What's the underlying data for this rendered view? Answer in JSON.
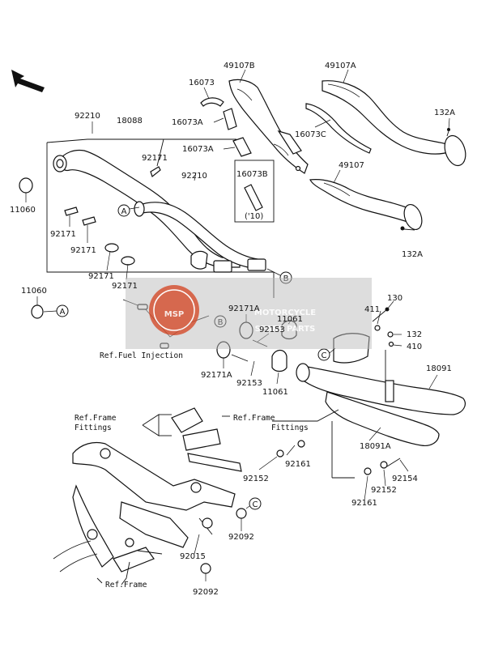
{
  "labels": {
    "l_49107B": "49107B",
    "l_49107A": "49107A",
    "l_16073": "16073",
    "l_16073A_1": "16073A",
    "l_16073A_2": "16073A",
    "l_16073B": "16073B",
    "l_16073B_note": "('10)",
    "l_16073C": "16073C",
    "l_49107": "49107",
    "l_132A_1": "132A",
    "l_132A_2": "132A",
    "l_92210_1": "92210",
    "l_18088": "18088",
    "l_92171_a": "92171",
    "l_92210_2": "92210",
    "l_11060_1": "11060",
    "l_92171_b": "92171",
    "l_92171_c": "92171",
    "l_92171_d": "92171",
    "l_11060_2": "11060",
    "l_92171A_1": "92171A",
    "l_130": "130",
    "l_411": "411",
    "l_11061_1": "11061",
    "l_92153_1": "92153",
    "l_132": "132",
    "l_410": "410",
    "l_18091": "18091",
    "l_92171A_2": "92171A",
    "l_92153_2": "92153",
    "l_11061_2": "11061",
    "l_18091A": "18091A",
    "l_92161_1": "92161",
    "l_92152_1": "92152",
    "l_92154": "92154",
    "l_92152_2": "92152",
    "l_92161_2": "92161",
    "l_92092_1": "92092",
    "l_92015": "92015",
    "l_92092_2": "92092"
  },
  "refs": {
    "fuel_injection": "Ref.Fuel Injection",
    "frame_fittings_left_1": "Ref.Frame",
    "frame_fittings_left_2": "Fittings",
    "frame_fittings_right_1": "Ref.Frame",
    "frame_fittings_right_2": "Fittings",
    "frame_bottom": "Ref.Frame"
  },
  "callouts": {
    "a": "A",
    "b": "B",
    "c": "C"
  },
  "watermark": {
    "logo": "MSP",
    "line1": "MOTORCYCLE",
    "line2": "SPARE PARTS"
  },
  "icons": {
    "direction": "front-direction-arrow-icon"
  }
}
